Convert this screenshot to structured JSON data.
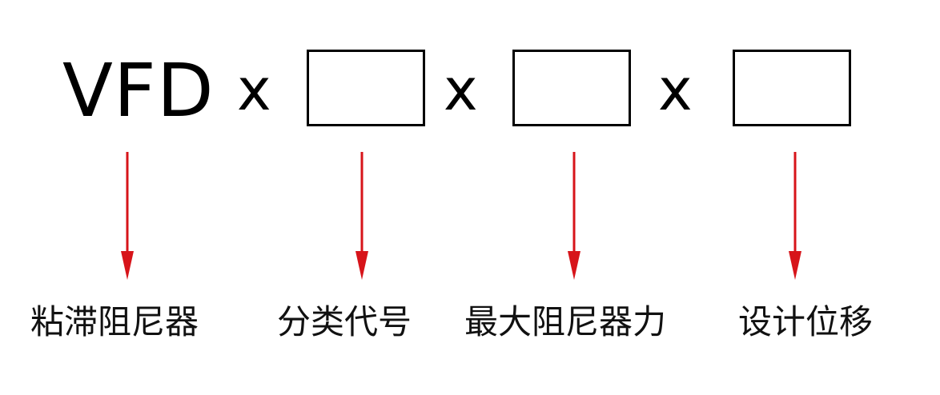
{
  "prefix": "VFD",
  "separators": [
    "x",
    "x",
    "x"
  ],
  "arrow_color": "#d7141a",
  "labels": [
    "粘滞阻尼器",
    "分类代号",
    "最大阻尼器力",
    "设计位移"
  ]
}
